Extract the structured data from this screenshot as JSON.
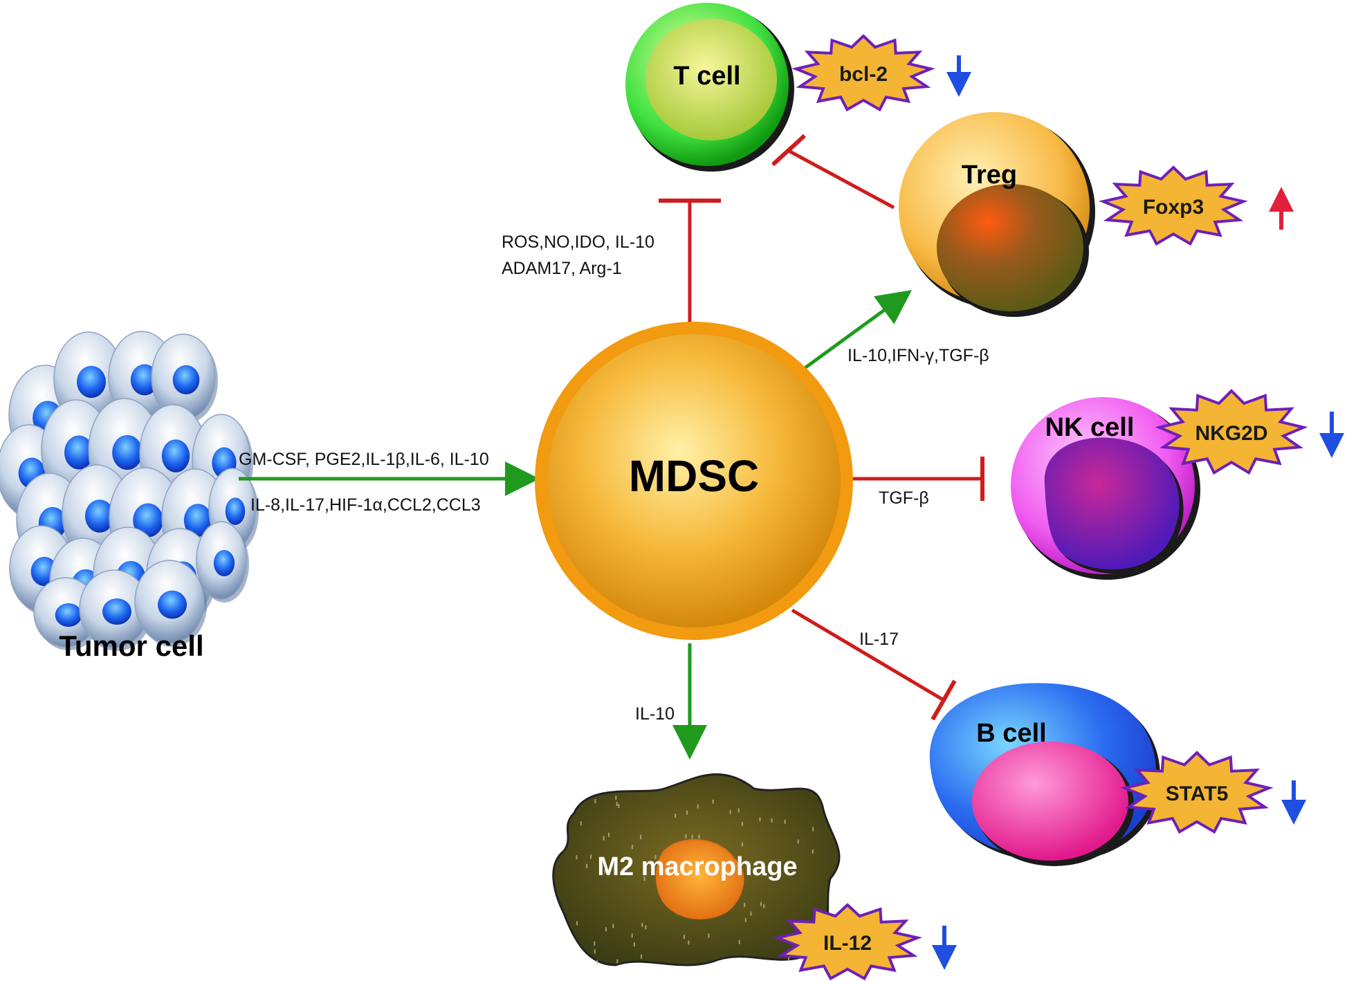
{
  "cells": {
    "tumor": "Tumor cell",
    "mdsc": "MDSC",
    "t_cell": "T cell",
    "treg": "Treg",
    "nk_cell": "NK cell",
    "b_cell": "B cell",
    "m2": "M2 macrophage"
  },
  "markers": {
    "bcl2": {
      "label": "bcl-2",
      "trend": "down"
    },
    "foxp3": {
      "label": "Foxp3",
      "trend": "up"
    },
    "nkg2d": {
      "label": "NKG2D",
      "trend": "down"
    },
    "stat5": {
      "label": "STAT5",
      "trend": "down"
    },
    "il12": {
      "label": "IL-12",
      "trend": "down"
    }
  },
  "edges": {
    "tumor_to_mdsc": {
      "line1": "GM-CSF, PGE2,IL-1β,IL-6, IL-10",
      "line2": "IL-8,IL-17,HIF-1α,CCL2,CCL3"
    },
    "mdsc_to_tcell": {
      "line1": "ROS,NO,IDO, IL-10",
      "line2": "ADAM17, Arg-1"
    },
    "mdsc_to_treg": "IL-10,IFN-γ,TGF-β",
    "mdsc_to_nk": "TGF-β",
    "mdsc_to_bcell": "IL-17",
    "mdsc_to_m2": "IL-10"
  },
  "colors": {
    "activation": "#1f9a1f",
    "inhibition": "#d01c1c",
    "down_arrow": "#1e4fe0",
    "up_arrow": "#e0203c",
    "star_fill": "#f3b533",
    "star_stroke": "#6f1fb8"
  }
}
